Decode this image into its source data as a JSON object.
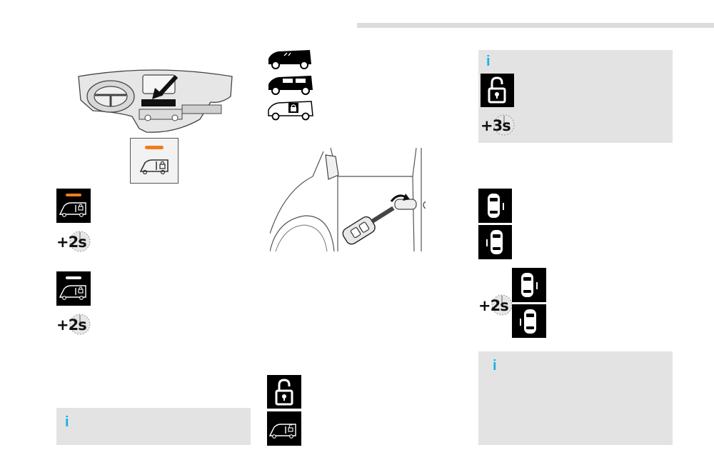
{
  "info_boxes": {
    "top_right": {
      "marker": "i"
    },
    "bottom_left": {
      "marker": "i"
    },
    "bottom_right": {
      "marker": "i"
    }
  },
  "timers": {
    "left_first": "+2s",
    "left_second": "+2s",
    "right_top": "+3s",
    "right_mid": "+2s"
  },
  "icons": {
    "dashboard": "dashboard-illustration",
    "indicator_panel": "van-lock-indicator-orange",
    "left_tile_1": "van-lock-indicator-orange",
    "left_tile_2": "van-lock-indicator-white",
    "vans": [
      "panel-van-icon",
      "crew-van-icon",
      "van-lock-outline-icon"
    ],
    "door_key": "door-key-illustration",
    "unlock_tiles": [
      "padlock-open-icon",
      "van-unlock-icon"
    ],
    "right_tiles": [
      "car-top-view-right-icon",
      "car-top-view-left-icon",
      "car-top-view-right-icon",
      "car-top-view-left-icon"
    ]
  },
  "colors": {
    "indicator_orange": "#f07d1b",
    "info_blue": "#1ab0e6",
    "box_grey": "#e3e3e3"
  }
}
